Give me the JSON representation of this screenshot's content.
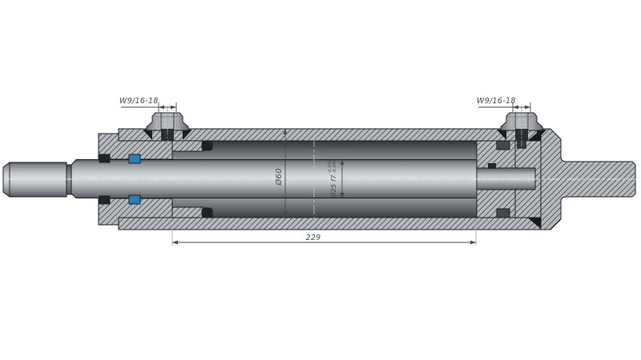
{
  "dimensions": {
    "port_left_thread": "W9/16-18",
    "port_right_thread": "W9/16-18",
    "bore_diameter": "Ø60",
    "rod_diameter": "Ø25 f7",
    "rod_diameter_tolerance_upper": "-0.020",
    "rod_diameter_tolerance_lower": "-0.041",
    "length_between_faces": "229"
  },
  "colors": {
    "background": "#ffffff",
    "seal_blue": "#2e7cb4",
    "hatch_fill": "#b7bbbf",
    "hatch_line": "#585c60",
    "outline": "#1d1f21",
    "dimension_line": "#46494c",
    "extension_line": "#a6abaf",
    "bore_dark": "#313539",
    "centerline": "#e6e9eb"
  }
}
